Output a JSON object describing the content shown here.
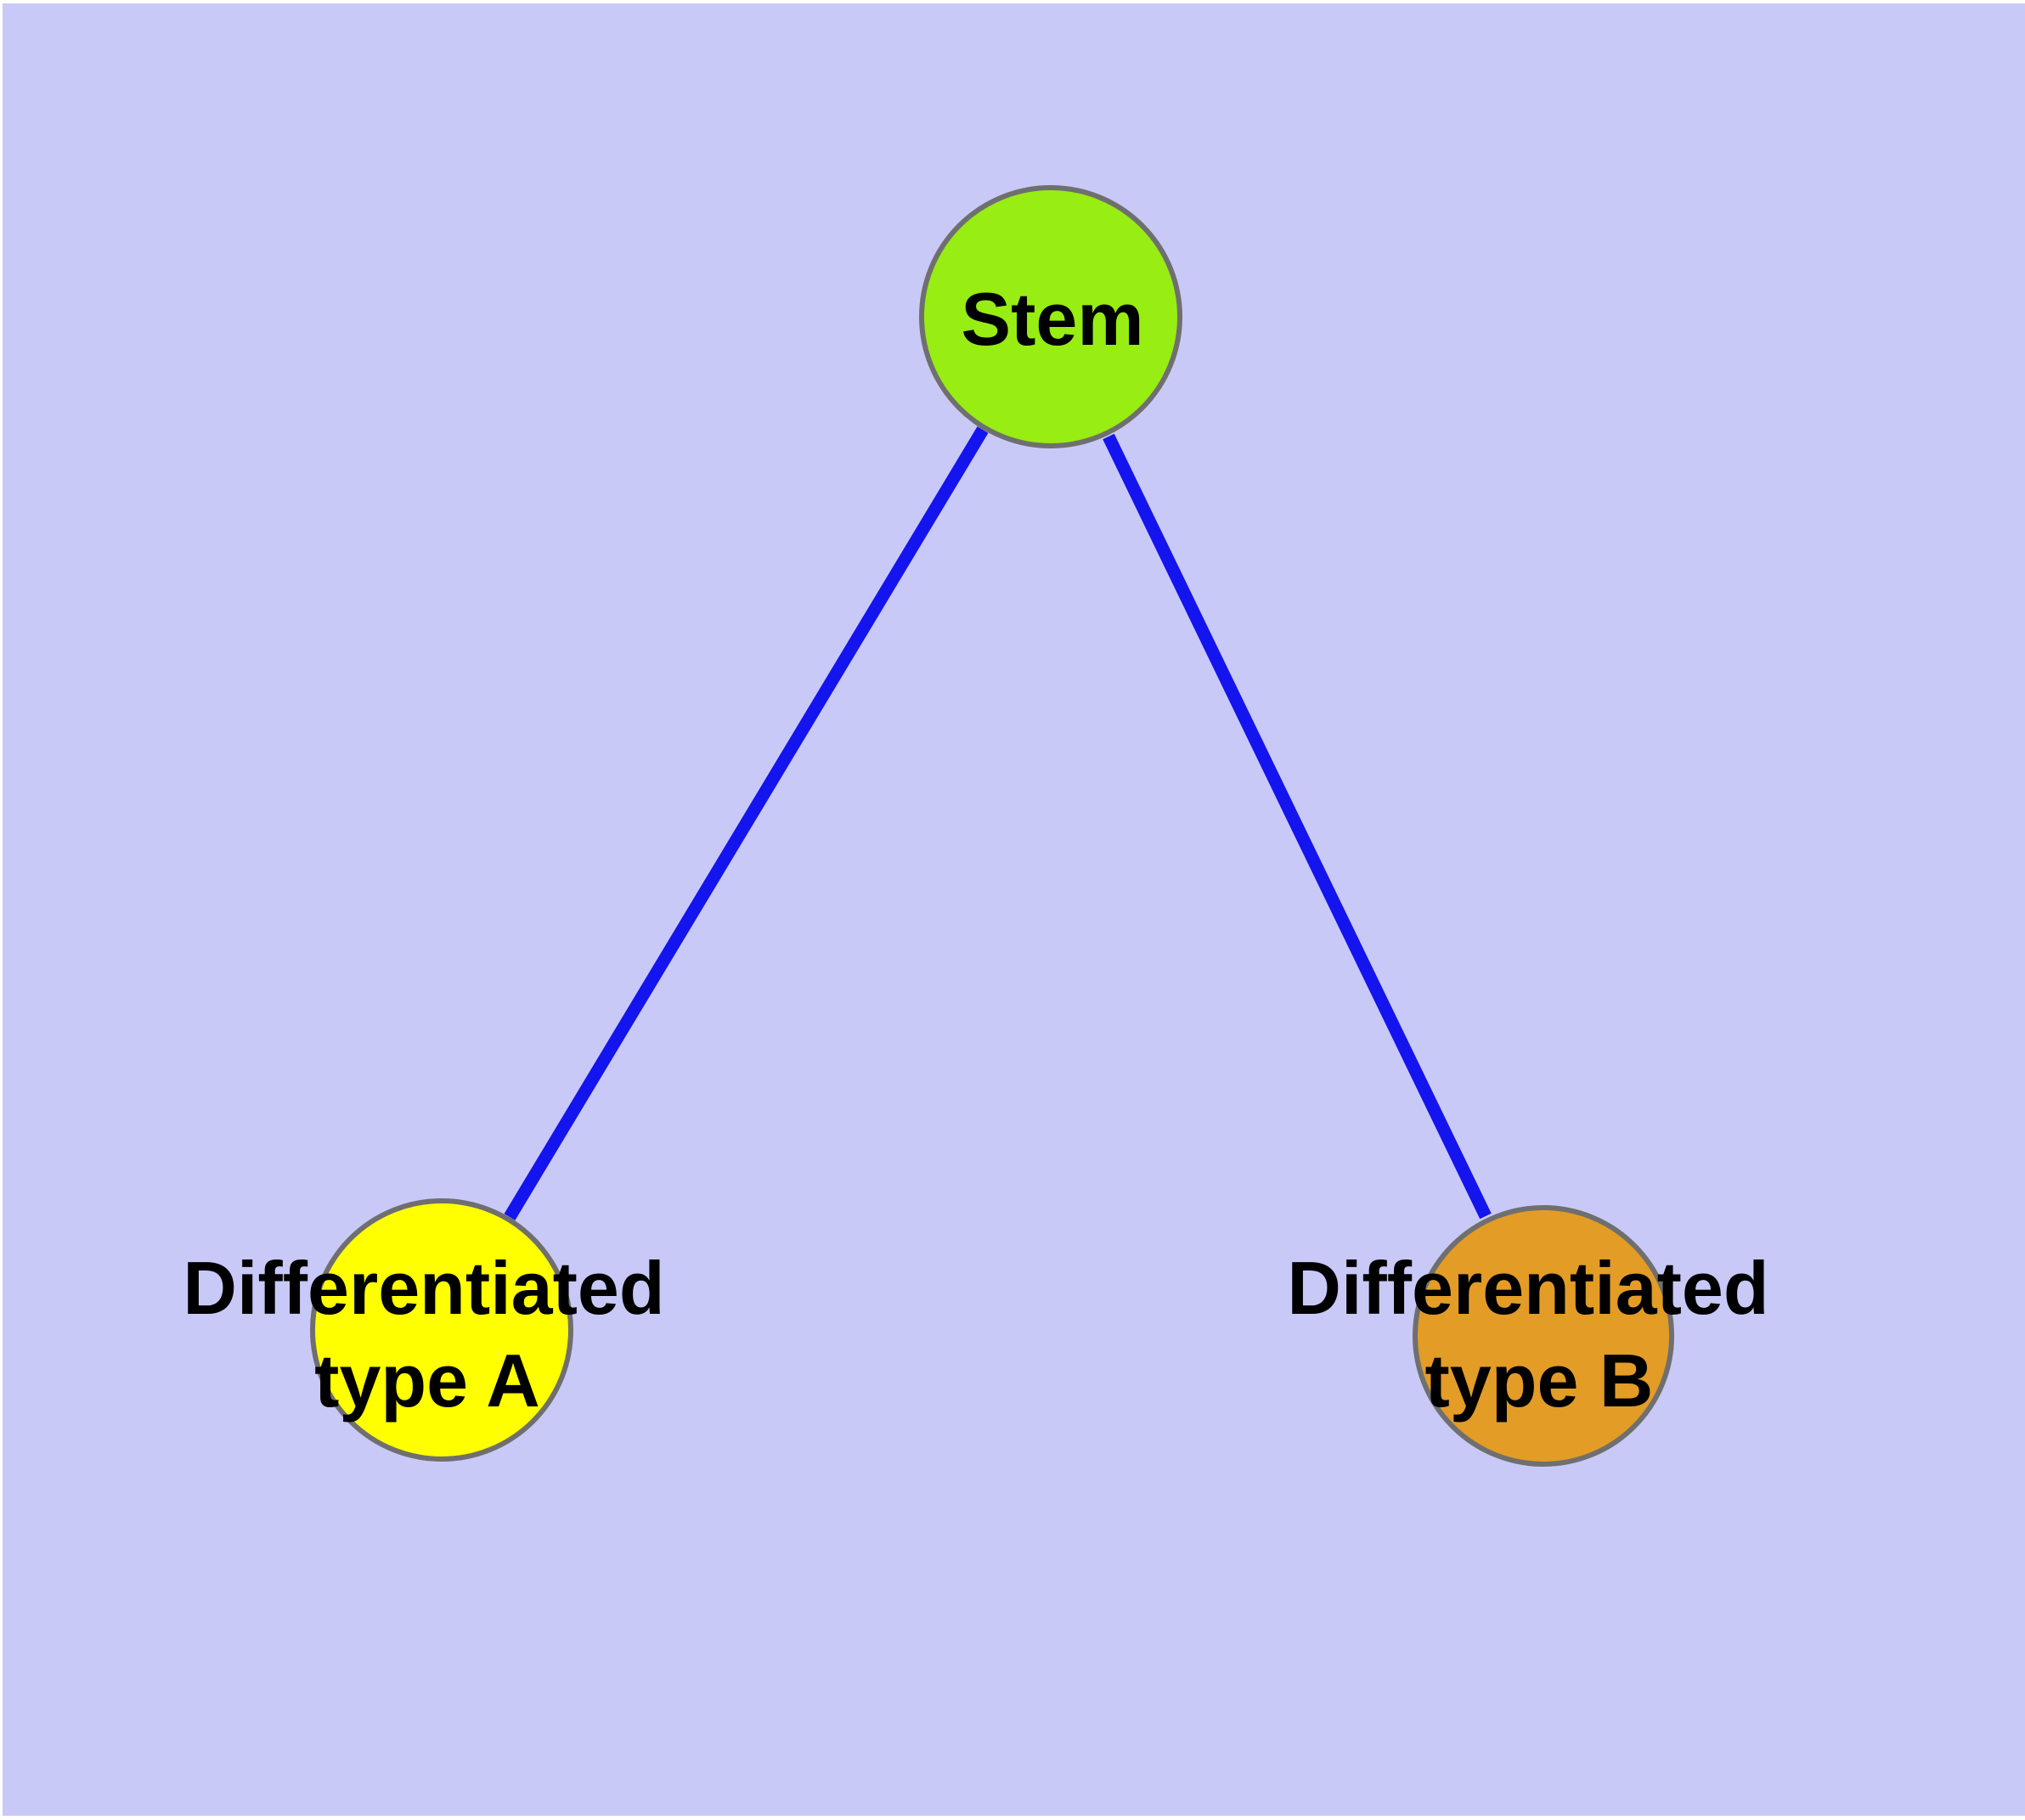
{
  "canvas": {
    "background": "#c9c9f8",
    "margin_color": "#ffffff"
  },
  "diagram": {
    "type": "graph",
    "description": "Stem cell differentiation graph: one stem node connected to two differentiated cell-type nodes",
    "nodes": {
      "stem": {
        "label": "Stem",
        "fill": "#98ed12",
        "stroke": "#6f6f6f"
      },
      "type_a": {
        "label_line1": "Differentiated",
        "label_line2": "type A",
        "fill": "#ffff00",
        "stroke": "#6f6f6f"
      },
      "type_b": {
        "label_line1": "Differentiated",
        "label_line2": "type B",
        "fill": "#e39c26",
        "stroke": "#6f6f6f"
      }
    },
    "edges": {
      "color": "#1414ee",
      "list": [
        {
          "from": "Stem",
          "to": "Differentiated type A"
        },
        {
          "from": "Stem",
          "to": "Differentiated type B"
        }
      ]
    },
    "text_color": "#000000"
  }
}
